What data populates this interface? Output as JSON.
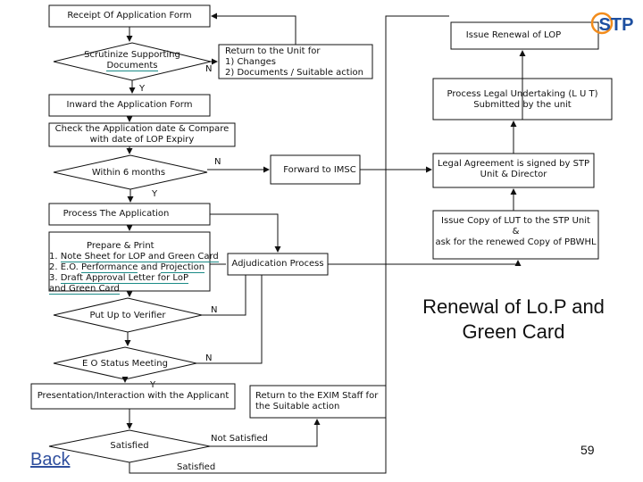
{
  "slide": {
    "title": "Renewal of Lo.P and Green Card",
    "page_number": "59",
    "back_label": "Back",
    "logo_text": "STP"
  },
  "colors": {
    "line": "#111111",
    "teal": "#1a8a86",
    "logo_blue": "#1d4fa0",
    "logo_orange": "#f28c1c",
    "back_blue": "#2f4f9e"
  },
  "left_flow": {
    "receipt": "Receipt Of Application Form",
    "scrutinize": {
      "line1": "Scrutinize Supporting",
      "line2": "Documents"
    },
    "return_box": {
      "line1": "Return to the Unit for",
      "line2": "1)  Changes",
      "line3": "2)  Documents / Suitable action"
    },
    "inward": "Inward the Application Form",
    "check_date": {
      "line1": "Check the Application date & Compare",
      "line2": "with date of LOP Expiry"
    },
    "within6": "Within 6 months",
    "forward_imsc": "Forward to IMSC",
    "process_app": "Process The Application",
    "prepare": {
      "heading": "Prepare &  Print",
      "item1_prefix": "1. ",
      "item1": "Note Sheet for LOP and Green Card",
      "item2_prefix": "2. E.O. ",
      "item2_u1": "Performance",
      "item2_mid": " and ",
      "item2_u2": "Projection",
      "item3_prefix": "3. ",
      "item3_line1": "Draft Approval Letter for LoP",
      "item3_line2": "and Green Card"
    },
    "adjudication": "Adjudication Process",
    "verifier": "Put Up to Verifier",
    "eo_meeting": "E O Status Meeting",
    "presentation": "Presentation/Interaction with the Applicant",
    "return_exim": {
      "line1": "Return to the EXIM Staff for",
      "line2": "the Suitable action"
    },
    "satisfied": "Satisfied",
    "not_satisfied": "Not Satisfied",
    "satisfied_bottom": "Satisfied"
  },
  "labels": {
    "yes": "Y",
    "no": "N"
  },
  "right_flow": {
    "issue_renewal": "Issue  Renewal of LOP",
    "process_lut": {
      "line1": "Process Legal Undertaking (L U T)",
      "line2": "Submitted by the unit"
    },
    "legal_agreement": {
      "line1": "Legal Agreement is signed by STP",
      "line2": "Unit & Director"
    },
    "issue_copy": {
      "line1": "Issue Copy of LUT to the STP Unit",
      "line2": "&",
      "line3": "ask for the renewed Copy of PBWHL"
    }
  }
}
